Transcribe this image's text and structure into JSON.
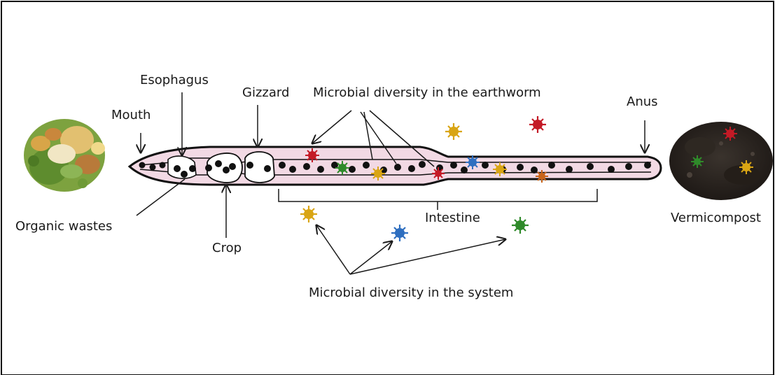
{
  "labels": {
    "mouth": "Mouth",
    "esophagus": "Esophagus",
    "gizzard": "Gizzard",
    "microbial_worm": "Microbial diversity in the earthworm",
    "anus": "Anus",
    "organic_wastes": "Organic wastes",
    "crop": "Crop",
    "intestine": "Intestine",
    "vermicompost": "Vermicompost",
    "microbial_system": "Microbial diversity in the system"
  },
  "colors": {
    "worm_fill": "#f2d9e4",
    "outline": "#111111",
    "particle": "#111111",
    "microbe_red": "#c41a26",
    "microbe_green": "#2f8a2a",
    "microbe_blue": "#2f6fc0",
    "microbe_yellow": "#d9a514",
    "microbe_orange": "#c8641a",
    "compost": "#2a2420"
  }
}
